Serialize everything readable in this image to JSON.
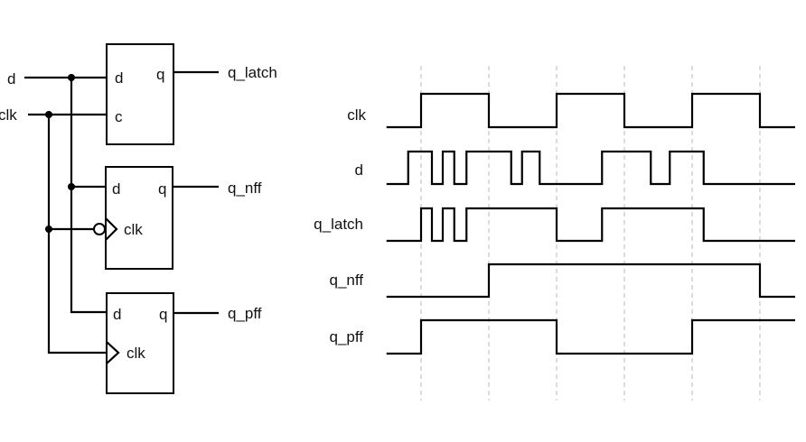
{
  "circuit": {
    "inputs": [
      {
        "id": "d",
        "label": "d"
      },
      {
        "id": "clk",
        "label": "clk"
      }
    ],
    "blocks": [
      {
        "id": "latch",
        "kind": "d-latch",
        "pin_d": "d",
        "pin_clock": "c",
        "pin_q": "q",
        "output_label": "q_latch"
      },
      {
        "id": "nff",
        "kind": "negative-edge-flip-flop",
        "pin_d": "d",
        "pin_clock": "clk",
        "pin_q": "q",
        "output_label": "q_nff"
      },
      {
        "id": "pff",
        "kind": "positive-edge-flip-flop",
        "pin_d": "d",
        "pin_clock": "clk",
        "pin_q": "q",
        "output_label": "q_pff"
      }
    ]
  },
  "timing": {
    "time_end": 6.52,
    "time_start": 0.49,
    "gridlines": [
      1,
      2,
      3,
      4,
      5,
      6
    ],
    "signals": [
      {
        "name": "clk",
        "initial": 0,
        "edges": [
          1,
          2,
          3,
          4,
          5,
          6
        ]
      },
      {
        "name": "d",
        "initial": 0,
        "edges": [
          0.81,
          1.16,
          1.32,
          1.49,
          1.67,
          2.33,
          2.49,
          2.75,
          3.67,
          4.39,
          4.67,
          5.17
        ]
      },
      {
        "name": "q_latch",
        "initial": 0,
        "edges": [
          1,
          1.16,
          1.32,
          1.49,
          1.67,
          3,
          3.67,
          5.17
        ]
      },
      {
        "name": "q_nff",
        "initial": 0,
        "edges": [
          2,
          6
        ]
      },
      {
        "name": "q_pff",
        "initial": 0,
        "edges": [
          1,
          3,
          5
        ]
      }
    ]
  }
}
